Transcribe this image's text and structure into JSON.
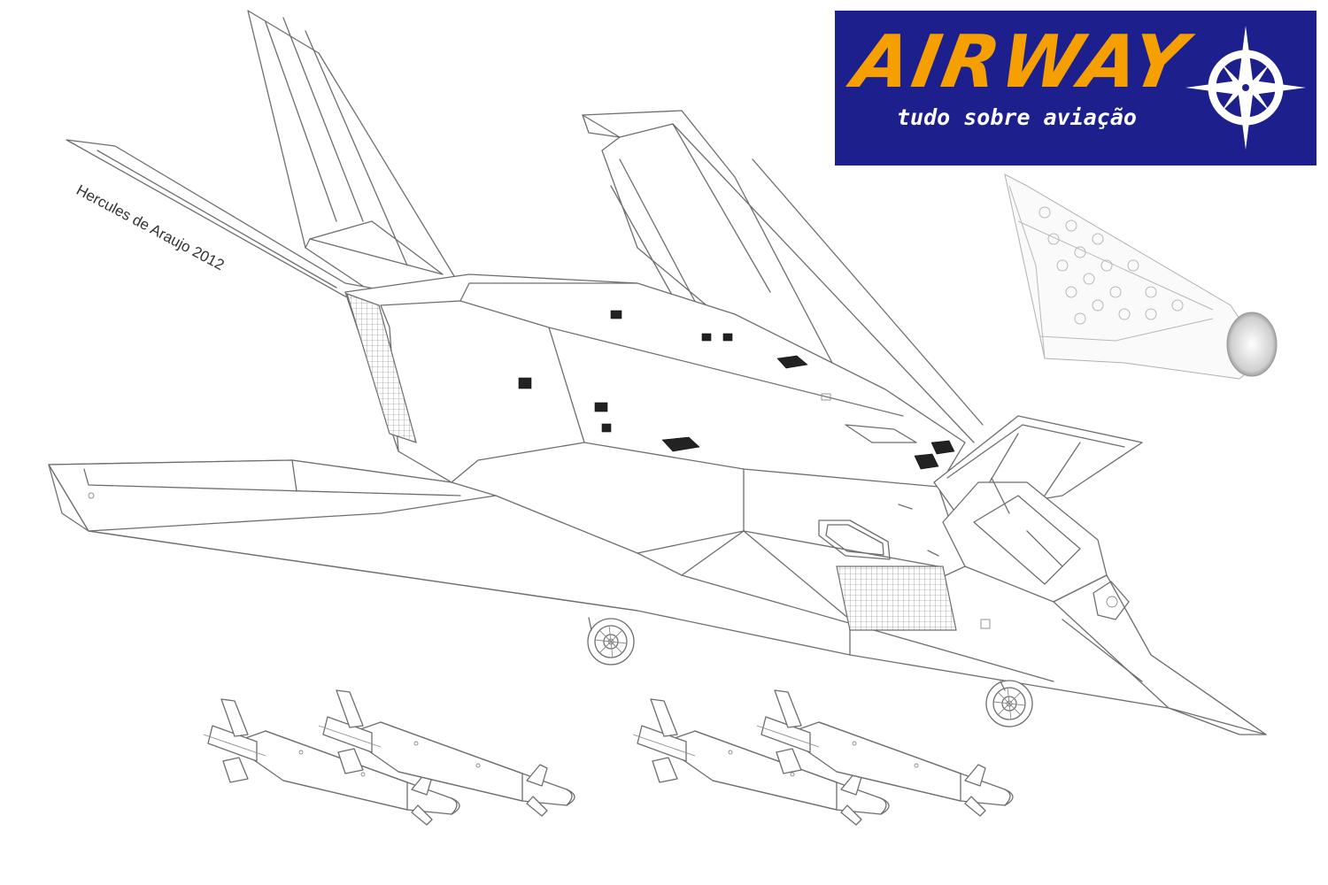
{
  "logo": {
    "wordmark": "AIRWAY",
    "tagline": "tudo sobre aviação",
    "colors": {
      "background": "#1d1f8c",
      "wordmark": "#f5a000",
      "tagline": "#ffffff"
    },
    "icon": "compass-rose-icon"
  },
  "credit": "Hercules de Araujo 2012",
  "illustration": {
    "subject": "aircraft-line-drawing",
    "icons": [
      "aircraft-icon",
      "exhaust-nozzle-icon",
      "bomb-icon",
      "landing-gear-wheel-icon"
    ]
  }
}
